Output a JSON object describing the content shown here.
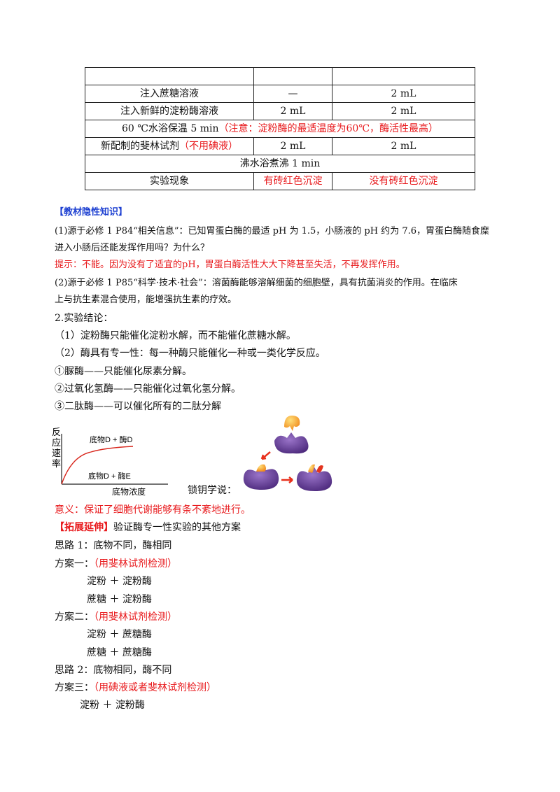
{
  "table": {
    "rows": [
      {
        "c1": "",
        "c2": "",
        "c3": ""
      },
      {
        "c1": "注入蔗糖溶液",
        "c2": "—",
        "c3": "2 mL"
      },
      {
        "c1": "注入新鲜的淀粉酶溶液",
        "c2": "2 mL",
        "c3": "2 mL"
      },
      {
        "c2": "2 mL",
        "c3": "2 mL"
      },
      {
        "c2": "有砖红色沉淀",
        "c3": "没有砖红色沉淀"
      }
    ],
    "row_warm_a": "60 ℃水浴保温 5 min",
    "row_warm_b": "（注意：淀粉酶的最适温度为60℃，酶活性最高）",
    "row_fehling_a": "新配制的斐林试剂",
    "row_fehling_b": "（不用碘液）",
    "row_boil": "沸水浴煮沸 1 min",
    "row_result": "实验现象"
  },
  "hidden": {
    "title": "【教材隐性知识】",
    "q1_line1": "(1)源于必修 1 P84“相关信息”：已知胃蛋白酶的最适 pH 为 1.5，小肠液的 pH 约为 7.6，胃蛋白酶随食糜",
    "q1_line2": "进入小肠后还能发挥作用吗？为什么？",
    "hint": "提示：不能。因为没有了适宜的pH，胃蛋白酶活性大大下降甚至失活，不再发挥作用。",
    "q2_line1": "(2)源于必修 1 P85“科学·技术·社会”：溶菌酶能够溶解细菌的细胞壁，具有抗菌消炎的作用。在临床",
    "q2_line2": "上与抗生素混合使用，能增强抗生素的疗效。"
  },
  "conclusion": {
    "title": "2.实验结论：",
    "p1": "（1）淀粉酶只能催化淀粉水解，而不能催化蔗糖水解。",
    "p2": "（2）酶具有专一性：每一种酶只能催化一种或一类化学反应。",
    "e1": "①脲酶——只能催化尿素分解。",
    "e2": "②过氧化氢酶——只能催化过氧化氢分解。",
    "e3": "③二肽酶——可以催化所有的二肽分解"
  },
  "chart": {
    "ylabel": [
      "反",
      "应",
      "速",
      "率"
    ],
    "curve1": "底物D + 酶D",
    "curve2": "底物D + 酶E",
    "xlabel": "底物浓度"
  },
  "lock_key_label": "锁钥学说：",
  "meaning": "意义：保证了细胞代谢能够有条不紊地进行。",
  "extend": {
    "title": "【拓展延伸】",
    "subtitle": "验证酶专一性实验的其他方案",
    "idea1": "思路 1：底物不同，酶相同",
    "plan1": "方案一：",
    "plan1_note": "（用斐林试剂检测）",
    "plan1_a": "淀粉 ＋ 淀粉酶",
    "plan1_b": "蔗糖 ＋ 淀粉酶",
    "plan2": "方案二：",
    "plan2_note": "（用斐林试剂检测）",
    "plan2_a": "淀粉 ＋ 蔗糖酶",
    "plan2_b": "蔗糖 ＋ 蔗糖酶",
    "idea2": "思路 2：底物相同，酶不同",
    "plan3": "方案三：",
    "plan3_note": "（用碘液或者斐林试剂检测）",
    "plan3_a": "淀粉 ＋ 淀粉酶"
  },
  "colors": {
    "accent_red": "#e8191c",
    "title_blue": "#1c3fd1",
    "enzyme_purple": "#6a3fa0",
    "substrate_orange": "#f5a623"
  }
}
